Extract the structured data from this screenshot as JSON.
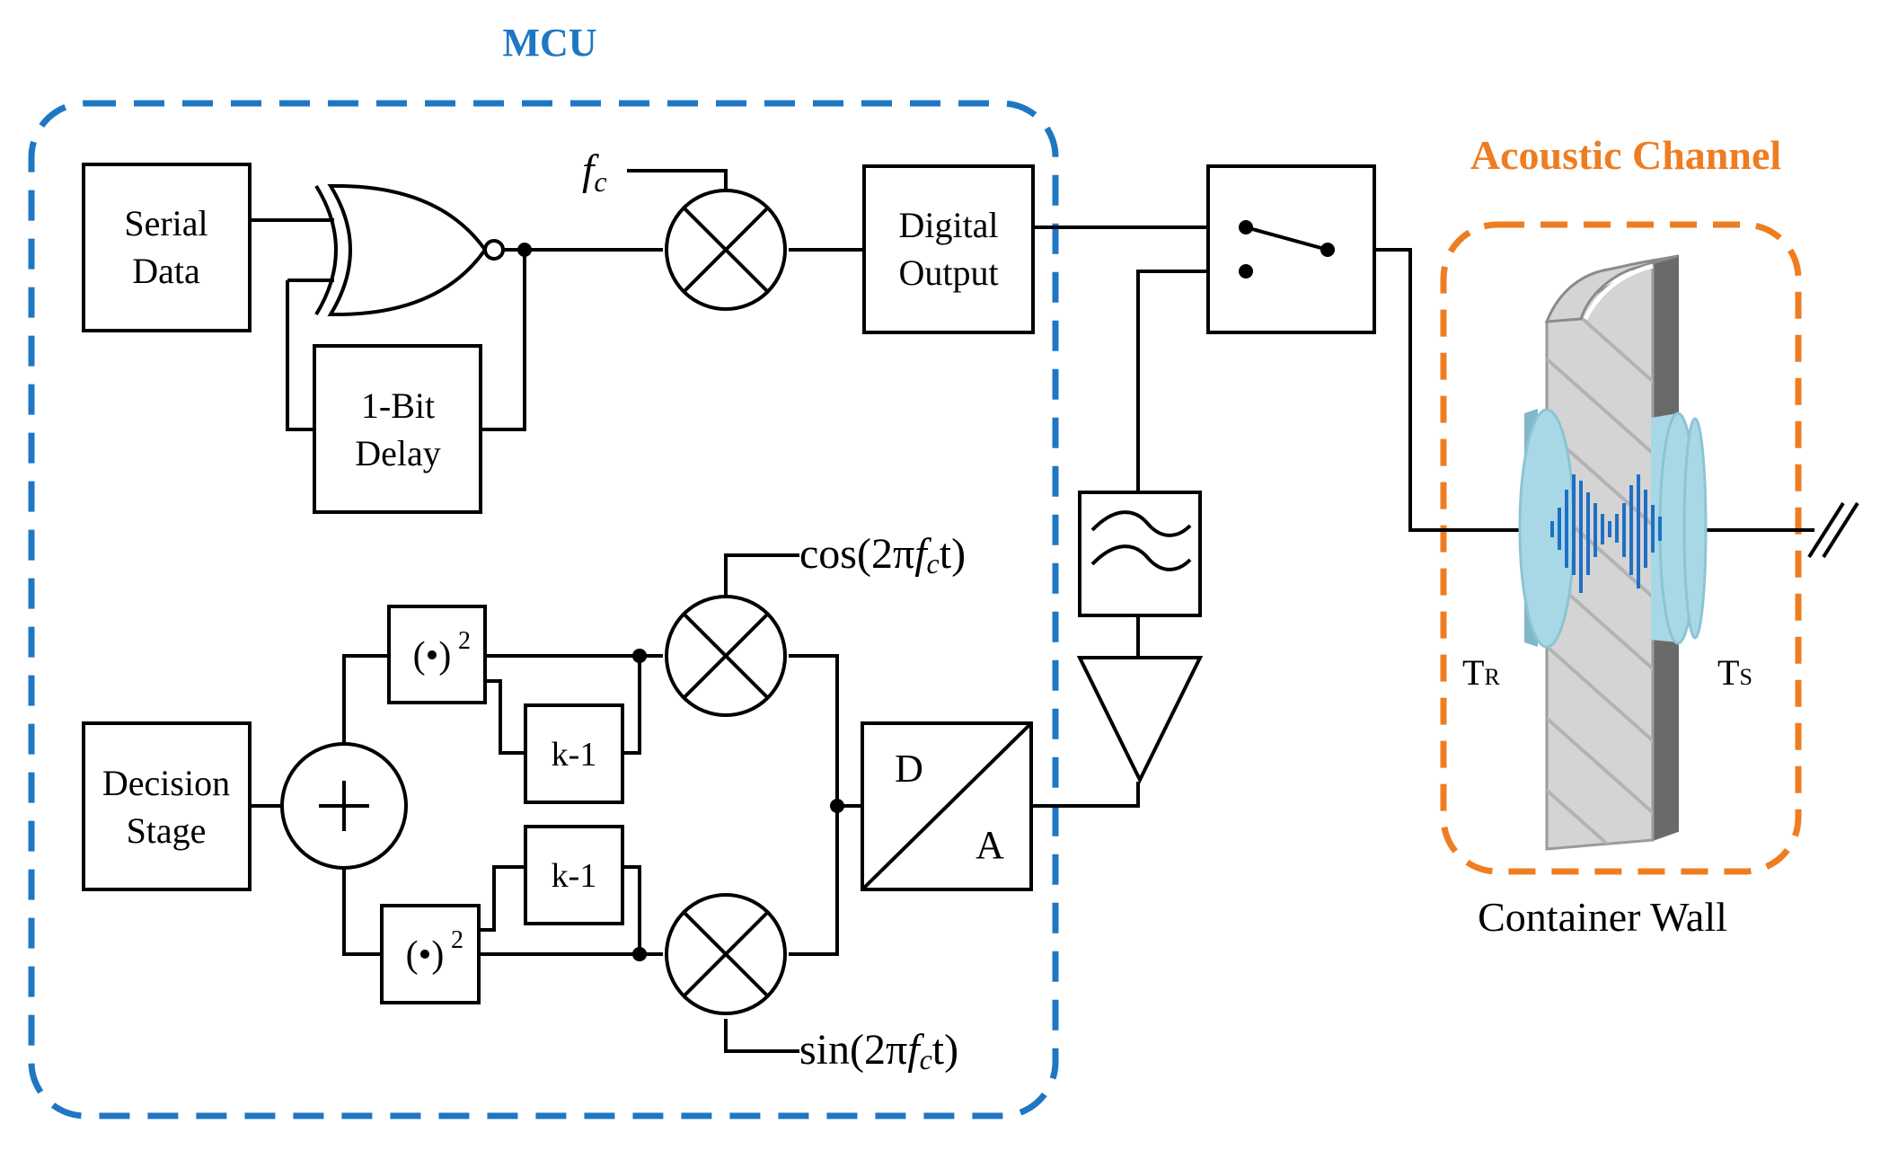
{
  "titles": {
    "mcu": "MCU",
    "acoustic_channel": "Acoustic Channel",
    "container_wall": "Container Wall"
  },
  "blocks": {
    "serial_data": [
      "Serial",
      "Data"
    ],
    "delay": [
      "1-Bit",
      "Delay"
    ],
    "digital_output": [
      "Digital",
      "Output"
    ],
    "decision_stage": [
      "Decision",
      "Stage"
    ],
    "square": "(•)",
    "square_exp": "2",
    "delay_k": "k-1",
    "dac_d": "D",
    "dac_a": "A"
  },
  "signals": {
    "fc_f": "f",
    "fc_sub": "c",
    "cos_a": "cos(2π",
    "cos_f": "f",
    "cos_sub": "c",
    "cos_b": "t)",
    "sin_a": "sin(2π",
    "sin_f": "f",
    "sin_sub": "c",
    "sin_b": "t)"
  },
  "transducers": {
    "receiver": "T",
    "receiver_sub": "R",
    "sender": "T",
    "sender_sub": "S"
  },
  "colors": {
    "mcu": "#1f77c4",
    "acoustic": "#ee7d22",
    "transducer": "#a8d8e6",
    "wave": "#1f6fc4",
    "wall_face": "#d4d4d4",
    "wall_side": "#6a6a6a"
  }
}
